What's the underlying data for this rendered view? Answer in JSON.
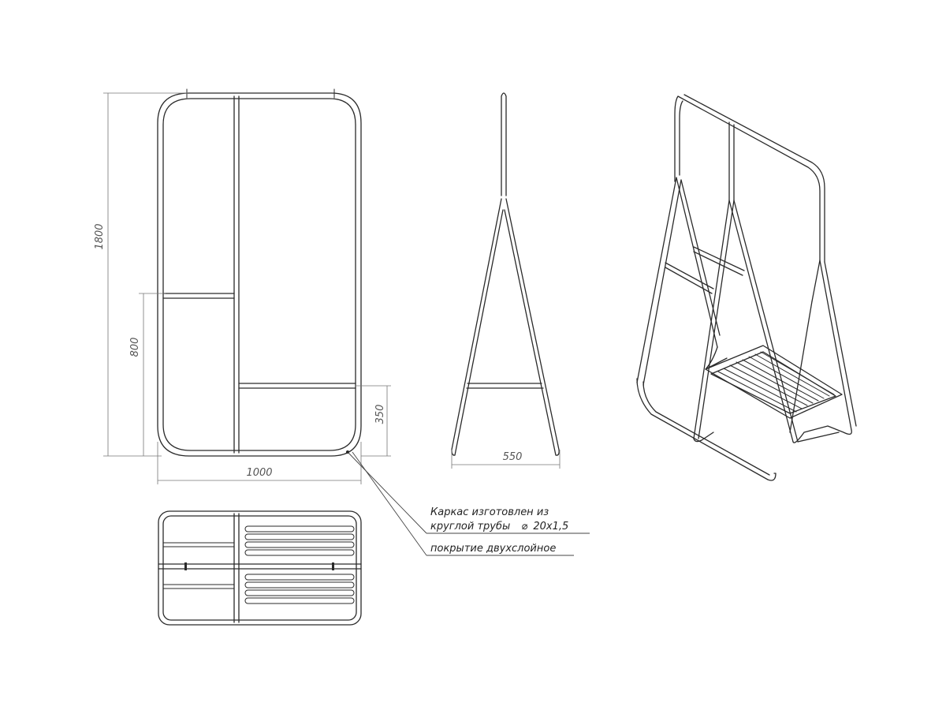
{
  "dimensions": {
    "height_total": "1800",
    "height_mid": "800",
    "height_shelf": "350",
    "width_front": "1000",
    "width_side": "550"
  },
  "notes": {
    "frame_line1": "Каркас изготовлен из",
    "frame_line2_text": "круглой трубы",
    "frame_diameter_symbol": "⌀",
    "frame_tube_size": "20х1,5",
    "coating": "покрытие двухслойное"
  },
  "colors": {
    "line": "#2a2a2a",
    "dimension": "#777777",
    "background": "#ffffff"
  }
}
